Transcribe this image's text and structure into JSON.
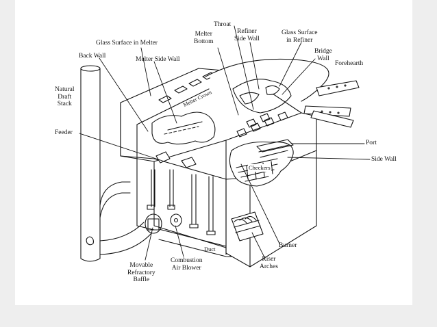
{
  "diagram": {
    "labels": {
      "throat": "Throat",
      "melter_bottom": [
        "Melter",
        "Bottom"
      ],
      "refiner_side_wall": [
        "Refiner",
        "Side Wall"
      ],
      "glass_surface_refiner": [
        "Glass Surface",
        "in Refiner"
      ],
      "glass_surface_melter": "Glass Surface in Melter",
      "back_wall": "Back Wall",
      "melter_side_wall": "Melter Side Wall",
      "bridge_wall": [
        "Bridge",
        "Wall"
      ],
      "forehearth": "Forehearth",
      "natural_draft_stack": [
        "Natural",
        "Draft",
        "Stack"
      ],
      "melter_crown": "Melter Crown",
      "feeder": "Feeder",
      "port": "Port",
      "side_wall": "Side Wall",
      "checkers": "Checkers",
      "burner": "Burner",
      "duct": "Duct",
      "riser_arches": [
        "Riser",
        "Arches"
      ],
      "combustion_air_blower": [
        "Combustion",
        "Air Blower"
      ],
      "movable_refractory_baffle": [
        "Movable",
        "Refractory",
        "Baffle"
      ]
    },
    "colors": {
      "background": "#eeeeee",
      "slide": "#ffffff",
      "ink": "#111111"
    }
  }
}
